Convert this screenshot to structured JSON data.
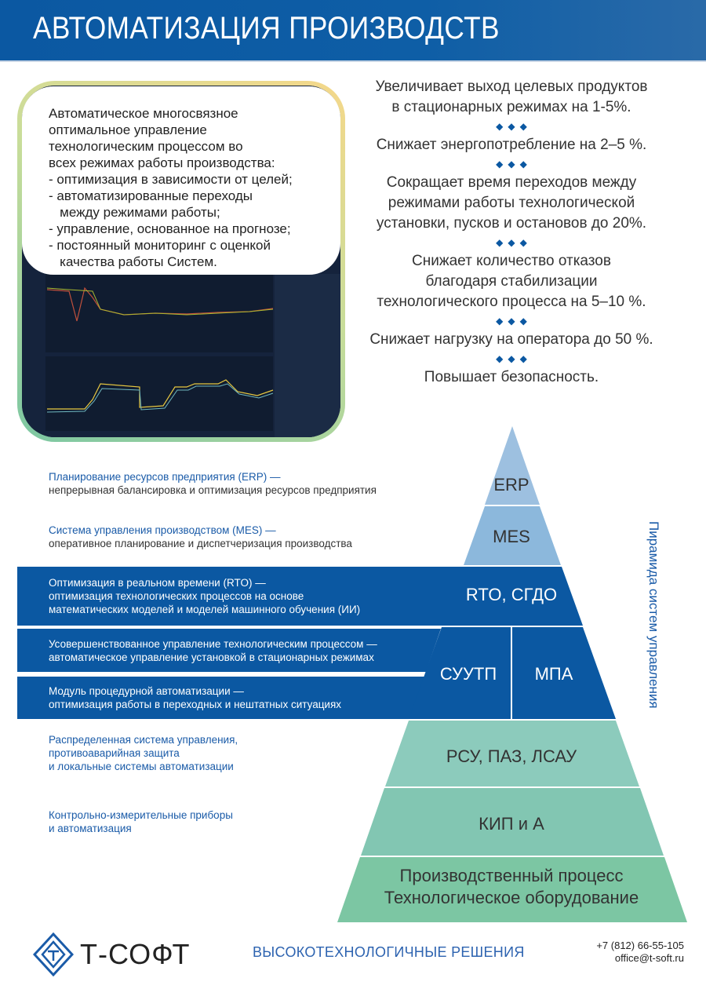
{
  "header": {
    "title": "АВТОМАТИЗАЦИЯ ПРОИЗВОДСТВ"
  },
  "intro": {
    "lines": [
      "Автоматическое многосвязное",
      "оптимальное управление",
      "технологическим процессом во",
      "всех режимах работы производства:",
      "- оптимизация в зависимости от целей;",
      "- автоматизированные переходы",
      "   между режимами работы;",
      "- управление, основанное на прогнозе;",
      "- постоянный мониторинг с оценкой",
      "   качества работы Систем."
    ]
  },
  "benefits": [
    "Увеличивает выход целевых продуктов\nв стационарных режимах на 1-5%.",
    "Снижает энергопотребление на 2–5 %.",
    "Сокращает время переходов между\nрежимами работы технологической\nустановки, пусков и остановов до 20%.",
    "Снижает количество отказов\nблагодаря стабилизации\nтехнологического процесса на 5–10 %.",
    "Снижает нагрузку на оператора до 50 %.",
    "Повышает безопасность."
  ],
  "separator": "◆◆◆",
  "levels": [
    {
      "title": "Планирование ресурсов предприятия (ERP) —",
      "desc": "непрерывная балансировка и оптимизация ресурсов предприятия"
    },
    {
      "title": "Система управления производством (MES) —",
      "desc": "оперативное планирование и диспетчеризация производства"
    },
    {
      "title": "Оптимизация в реальном времени (RTO) —",
      "desc": "оптимизация технологических процессов на основе\nматематических моделей и моделей машинного обучения (ИИ)"
    },
    {
      "title": "Усовершенствованное управление технологическим процессом —",
      "desc": "автоматическое управление установкой в стационарных режимах"
    },
    {
      "title": "Модуль процедурной автоматизации —",
      "desc": "оптимизация работы в переходных и нештатных ситуациях"
    },
    {
      "title": "Распределенная система управления,\nпротивоаварийная защита\nи локальные системы автоматизации",
      "desc": ""
    },
    {
      "title": "Контрольно-измерительные приборы\nи автоматизация",
      "desc": ""
    }
  ],
  "pyramid": {
    "title": "Пирамида систем управления",
    "tiers": [
      "ERP",
      "MES",
      "RTO, СГДО",
      "СУУТП",
      "МПА",
      "РСУ, ПАЗ, ЛСАУ",
      "КИП и А",
      "Производственный процесс\nТехнологическое оборудование"
    ]
  },
  "footer": {
    "logo": "Т-СОФТ",
    "slogan": "ВЫСОКОТЕХНОЛОГИЧНЫЕ РЕШЕНИЯ",
    "phone": "+7 (812) 66-55-105",
    "email": "office@t-soft.ru"
  },
  "colors": {
    "brand": "#0b58a2",
    "light_blue": "#9dc0e0",
    "teal": "#7cc6a3"
  }
}
